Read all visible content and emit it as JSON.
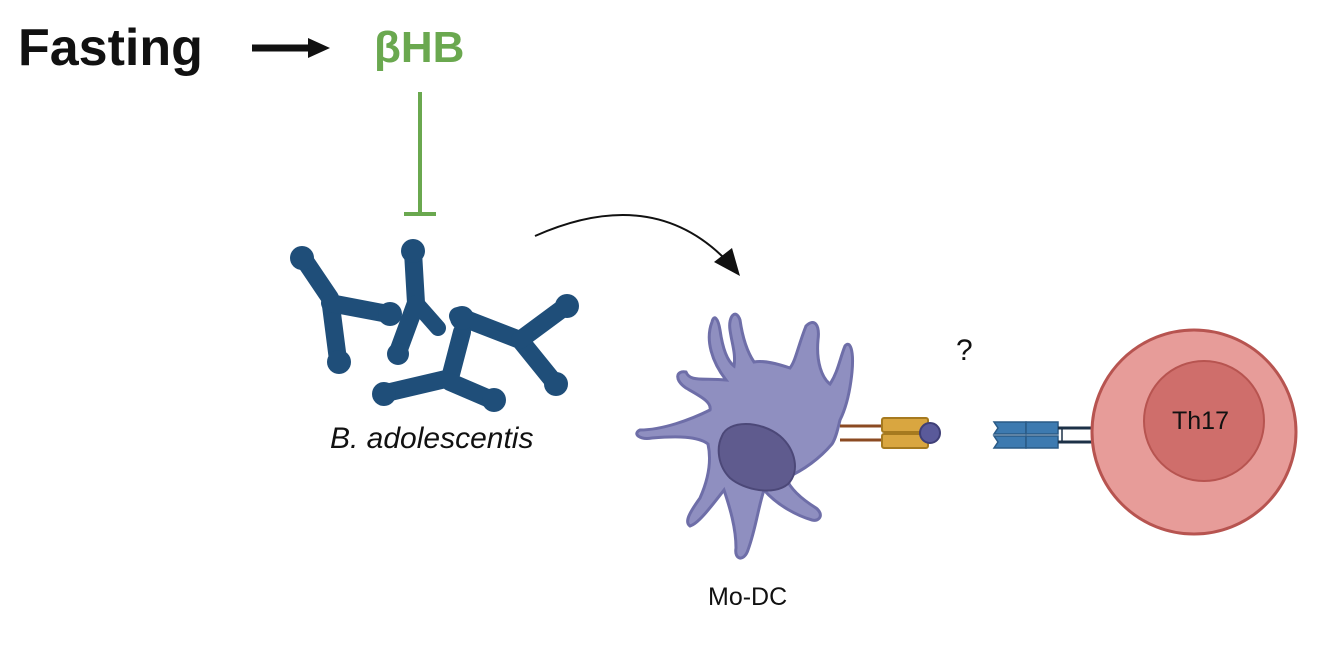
{
  "title": {
    "fasting": "Fasting",
    "metabolite": "βHB"
  },
  "bacterium": {
    "label": "B. adolescentis"
  },
  "dendritic_cell": {
    "label": "Mo-DC"
  },
  "t_cell": {
    "label": "Th17"
  },
  "interaction": {
    "unknown_mark": "?"
  },
  "relations": [
    {
      "from": "Fasting",
      "to": "βHB",
      "type": "produces"
    },
    {
      "from": "βHB",
      "to": "B. adolescentis",
      "type": "inhibits"
    },
    {
      "from": "B. adolescentis",
      "to": "Mo-DC",
      "type": "acts on"
    },
    {
      "from": "Mo-DC",
      "to": "Th17",
      "type": "?"
    }
  ],
  "colors": {
    "black": "#111111",
    "green": "#6aa84f",
    "bacteria": "#1f4e79",
    "dc_body": "#8f8fc0",
    "dc_outline": "#6e6ea8",
    "dc_nucleus": "#5f5b8e",
    "receptor_gold": "#d9a640",
    "receptor_blue": "#3d7ab0",
    "th17_outer": "#e79c99",
    "th17_inner": "#cf6e6b",
    "th17_outline": "#b75450"
  }
}
